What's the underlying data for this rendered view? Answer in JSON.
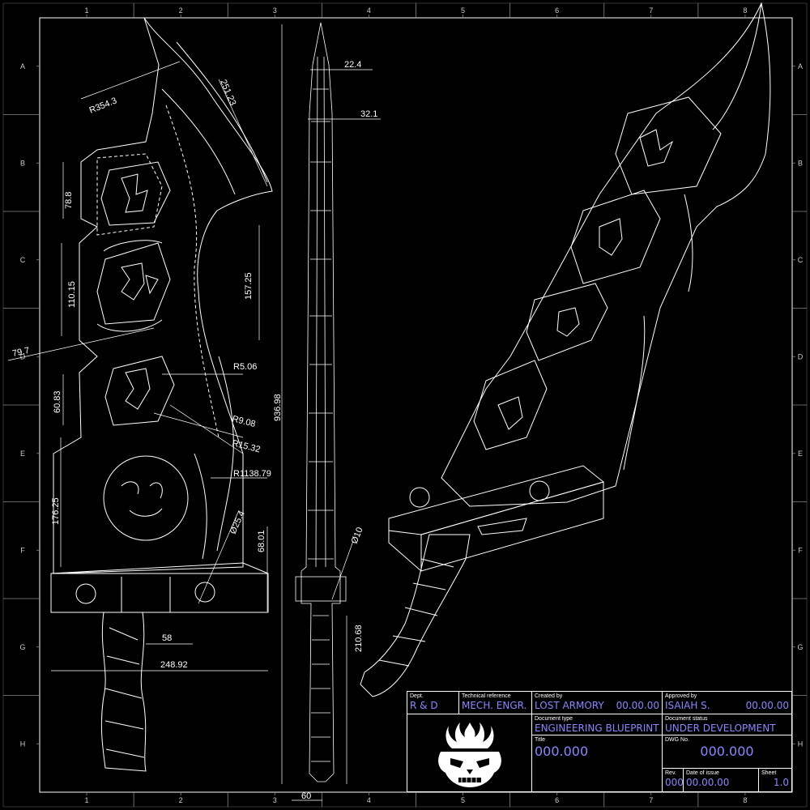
{
  "grid": {
    "columns": [
      "1",
      "2",
      "3",
      "4",
      "5",
      "6",
      "7",
      "8"
    ],
    "rows": [
      "A",
      "B",
      "C",
      "D",
      "E",
      "F",
      "G",
      "H"
    ]
  },
  "dimensions": {
    "r354": "R354.3",
    "len251": "251.23",
    "w22": "22.4",
    "w32": "32.1",
    "h78": "78.8",
    "h110": "110.15",
    "h157": "157.25",
    "a79": "79.7",
    "r5": "R5.06",
    "h60": "60.83",
    "r9": "R9.08",
    "r15": "R15.32",
    "total": "936.98",
    "r1138": "R1138.79",
    "h176": "176.25",
    "d25": "Ø25.4",
    "h68": "68.01",
    "d10": "Ø10",
    "w58": "58",
    "w248": "248.92",
    "h210": "210.68",
    "w60": "60"
  },
  "title_block": {
    "dept_label": "Dept.",
    "dept_value": "R & D",
    "techref_label": "Technical reference",
    "techref_value": "MECH. ENGR.",
    "created_label": "Created by",
    "created_value": "LOST ARMORY",
    "created_date": "00.00.00",
    "approved_label": "Approved by",
    "approved_value": "ISAIAH S.",
    "approved_date": "00.00.00",
    "doctype_label": "Document type",
    "doctype_value": "ENGINEERING BLUEPRINT",
    "docstatus_label": "Document status",
    "docstatus_value": "UNDER DEVELOPMENT",
    "title_label": "Title",
    "title_value": "000.000",
    "dwg_label": "DWG No.",
    "dwg_value": "000.000",
    "rev_label": "Rev.",
    "rev_value": "000",
    "issue_label": "Date of issue",
    "issue_value": "00.00.00",
    "sheet_label": "Sheet",
    "sheet_value": "1.0"
  },
  "colors": {
    "background": "#000000",
    "lines": "#ffffff",
    "accent": "#8c86ff"
  },
  "icons": [
    "demon-skull-logo-icon"
  ]
}
